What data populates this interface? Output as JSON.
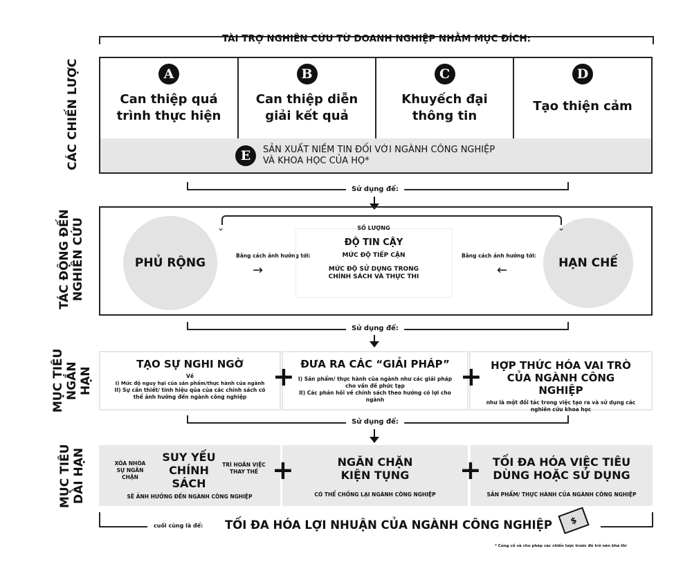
{
  "header": "TÀI TRỢ NGHIÊN CỨU TỪ DOANH NGHIỆP NHẰM MỤC ĐÍCH:",
  "section_labels": {
    "s1": "CÁC CHIẾN LƯỢC",
    "s2": "TÁC ĐỘNG ĐẾN NGHIÊN CỨU",
    "s3": "MỤC TIÊU NGẮN HẠN",
    "s4": "MỤC TIÊU DÀI HẠN"
  },
  "strategies": [
    {
      "letter": "A",
      "title": "Can thiệp quá trình thực hiện"
    },
    {
      "letter": "B",
      "title": "Can thiệp diễn giải kết quả"
    },
    {
      "letter": "C",
      "title": "Khuyếch đại thông tin"
    },
    {
      "letter": "D",
      "title": "Tạo thiện cảm"
    }
  ],
  "strategy_e": {
    "letter": "E",
    "line1": "SẢN XUẤT NIỀM TIN ĐỐI VỚI NGÀNH CÔNG NGHIỆP",
    "line2": "VÀ KHOA HỌC CỦA HỌ*"
  },
  "use_for": "Sử dụng để:",
  "impact": {
    "left": "PHỦ RỘNG",
    "right": "HẠN CHẾ",
    "by_affecting": "Bằng cách ảnh hưởng tới:",
    "items": [
      "SỐ LƯỢNG",
      "ĐỘ TIN CẬY",
      "MỨC ĐỘ TIẾP CẬN",
      "MỨC ĐỘ SỬ DỤNG TRONG CHÍNH SÁCH VÀ THỰC THI"
    ]
  },
  "short_term": [
    {
      "title": "TẠO SỰ NGHI NGỜ",
      "lines": [
        "Về",
        "I) Mức độ nguy hại của sản phẩm/thực hành của ngành",
        "II) Sự cần thiết/ tính hiệu qủa của các chính sách có thể ảnh hưởng đến ngành công nghiệp"
      ]
    },
    {
      "title": "ĐƯA RA CÁC “GIẢI PHÁP”",
      "lines": [
        "I) Sản phẩm/ thực hành của ngành như các giải pháp cho vấn đề phức tạp",
        "II) Các phản hồi về chính sách theo hướng có lợi cho ngành"
      ]
    },
    {
      "title": "HỢP THỨC HÓA VAI TRÒ CỦA NGÀNH CÔNG NGHIỆP",
      "lines": [
        "như là một đối tác trong việc tạo ra và sử dụng các nghiên cứu khoa học"
      ]
    }
  ],
  "long_term": [
    {
      "title": "SUY YẾU CHÍNH SÁCH",
      "left_note": "XÓA NHÒA SỰ NGĂN CHẶN",
      "right_note": "TRÌ HOÃN VIỆC THAY THẾ",
      "sub": "SẼ ẢNH HƯỞNG ĐẾN NGÀNH CÔNG NGHIỆP"
    },
    {
      "title": "NGĂN CHẶN KIỆN TỤNG",
      "sub": "CÓ THỂ CHỐNG LẠI NGÀNH CÔNG NGHIỆP"
    },
    {
      "title": "TỐI ĐA HÓA VIỆC TIÊU DÙNG HOẶC SỬ DỤNG",
      "sub": "SẢN PHẨM/ THỰC HÀNH CỦA NGÀNH CÔNG NGHIỆP"
    }
  ],
  "plus": "+",
  "final": {
    "prefix": "cuối cùng là để:",
    "text": "TỐI ĐA HÓA LỢI NHUẬN CỦA NGÀNH CÔNG NGHIỆP"
  },
  "footnote": "* Củng cố và cho phép các chiến lược trước đó trở nên khả thi"
}
